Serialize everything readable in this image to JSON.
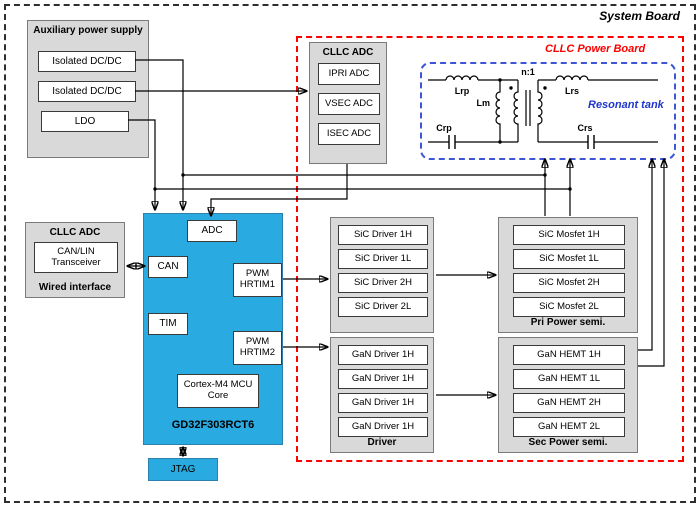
{
  "frame": {
    "system_board": "System Board",
    "cllc_power_board": "CLLC Power Board"
  },
  "colors": {
    "mcu_blue": "#29abe2",
    "panel_gray": "#d9d9d9",
    "power_board_red": "#fe0000",
    "tank_border_blue": "#3d56d6",
    "tank_text_blue": "#1f36cc"
  },
  "aux_supply": {
    "title": "Auxiliary power supply",
    "items": [
      "Isolated DC/DC",
      "Isolated DC/DC",
      "LDO"
    ]
  },
  "cllc_adc_board": {
    "title": "CLLC ADC",
    "items": [
      "IPRI ADC",
      "VSEC ADC",
      "ISEC ADC"
    ]
  },
  "resonant_tank": {
    "title": "Resonant tank",
    "labels": {
      "lrp": "Lrp",
      "lm": "Lm",
      "ratio": "n:1",
      "lrs": "Lrs",
      "crp": "Crp",
      "crs": "Crs"
    }
  },
  "wired_interface": {
    "title": "CLLC ADC",
    "transceiver": "CAN/LIN Transceiver",
    "caption": "Wired interface"
  },
  "mcu": {
    "name": "GD32F303RCT6",
    "adc": "ADC",
    "can": "CAN",
    "tim": "TIM",
    "pwm1": "PWM HRTIM1",
    "pwm2": "PWM HRTIM2",
    "core": "Cortex-M4 MCU Core"
  },
  "jtag": {
    "label": "JTAG"
  },
  "sic_driver": {
    "items": [
      "SiC Driver 1H",
      "SiC Driver 1L",
      "SiC Driver 2H",
      "SiC Driver 2L"
    ]
  },
  "pri_power": {
    "caption": "Pri Power semi.",
    "items": [
      "SiC Mosfet 1H",
      "SiC Mosfet 1L",
      "SiC Mosfet 2H",
      "SiC Mosfet 2L"
    ]
  },
  "gan_driver": {
    "caption": "Driver",
    "items": [
      "GaN Driver 1H",
      "GaN Driver 1H",
      "GaN Driver 1H",
      "GaN Driver 1H"
    ]
  },
  "sec_power": {
    "caption": "Sec Power semi.",
    "items": [
      "GaN HEMT 1H",
      "GaN HEMT 1L",
      "GaN HEMT 2H",
      "GaN HEMT 2L"
    ]
  }
}
